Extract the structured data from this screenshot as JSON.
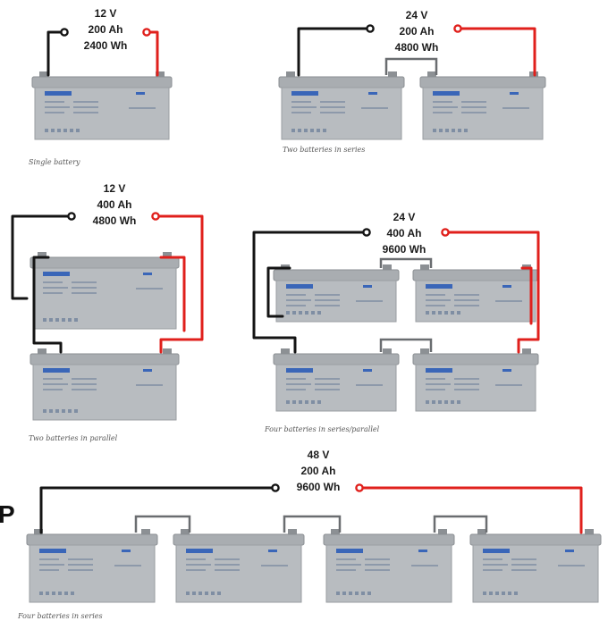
{
  "colors": {
    "positive_wire": "#e0201c",
    "negative_wire": "#141414",
    "battery_body": "#b8bcc0"
  },
  "configs": {
    "single": {
      "voltage": "12 V",
      "capacity": "200 Ah",
      "energy": "2400 Wh",
      "caption": "Single battery"
    },
    "series2": {
      "voltage": "24 V",
      "capacity": "200 Ah",
      "energy": "4800 Wh",
      "caption": "Two batteries in series"
    },
    "parallel2": {
      "voltage": "12 V",
      "capacity": "400 Ah",
      "energy": "4800 Wh",
      "caption": "Two batteries in parallel"
    },
    "series_parallel4": {
      "voltage": "24 V",
      "capacity": "400 Ah",
      "energy": "9600 Wh",
      "caption": "Four batteries in series/parallel"
    },
    "series4": {
      "voltage": "48 V",
      "capacity": "200 Ah",
      "energy": "9600 Wh",
      "caption": "Four batteries in series"
    }
  },
  "edge_fragment": "P"
}
